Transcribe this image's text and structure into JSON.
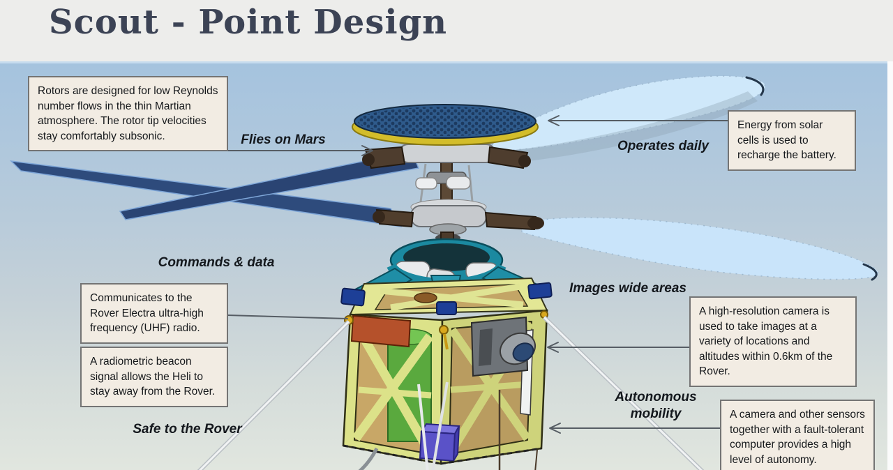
{
  "title": "Scout - Point Design",
  "callouts": {
    "rotors": "Rotors are designed for low Reynolds number flows in the thin Martian atmosphere. The rotor tip velocities stay comfortably subsonic.",
    "energy": "Energy from solar cells is used to recharge the battery.",
    "comms": "Communicates to the Rover Electra ultra-high frequency (UHF) radio.",
    "beacon": "A radiometric beacon signal allows the Heli to stay away from the Rover.",
    "camera": "A high-resolution camera is used to take images at a variety of locations and altitudes within 0.6km of the Rover.",
    "autonomy": "A camera and other sensors together with a fault-tolerant computer provides a high level of autonomy."
  },
  "labels": {
    "flies": "Flies on Mars",
    "operates": "Operates daily",
    "commands": "Commands & data",
    "safe": "Safe to the Rover",
    "images": "Images wide areas",
    "autonomous": "Autonomous mobility"
  },
  "illustration": {
    "alt": "3D render of coaxial-rotor Mars helicopter: round solar panel on top, dark left rotor blades, pale blue right rotor blades, teal avionics ring, yellow truss cube fuselage with camera and battery, thin landing legs"
  },
  "theme": {
    "header_bg": "#ededeb",
    "title_color": "#3c4355",
    "box_bg": "#f2ece3",
    "box_border": "#747474",
    "text_color": "#15181b",
    "arrow_color": "#565d64",
    "slide_top": "#a5c3de",
    "slide_bottom": "#e1e6df",
    "blade_dark": "#2e4b7c",
    "blade_light": "#cfe8fa",
    "fuselage_yellow": "#dce289",
    "avionics_teal": "#1b89a0",
    "solar_panel_blue": "#2f5b8c",
    "solar_rim_gold": "#d3bd2b"
  }
}
